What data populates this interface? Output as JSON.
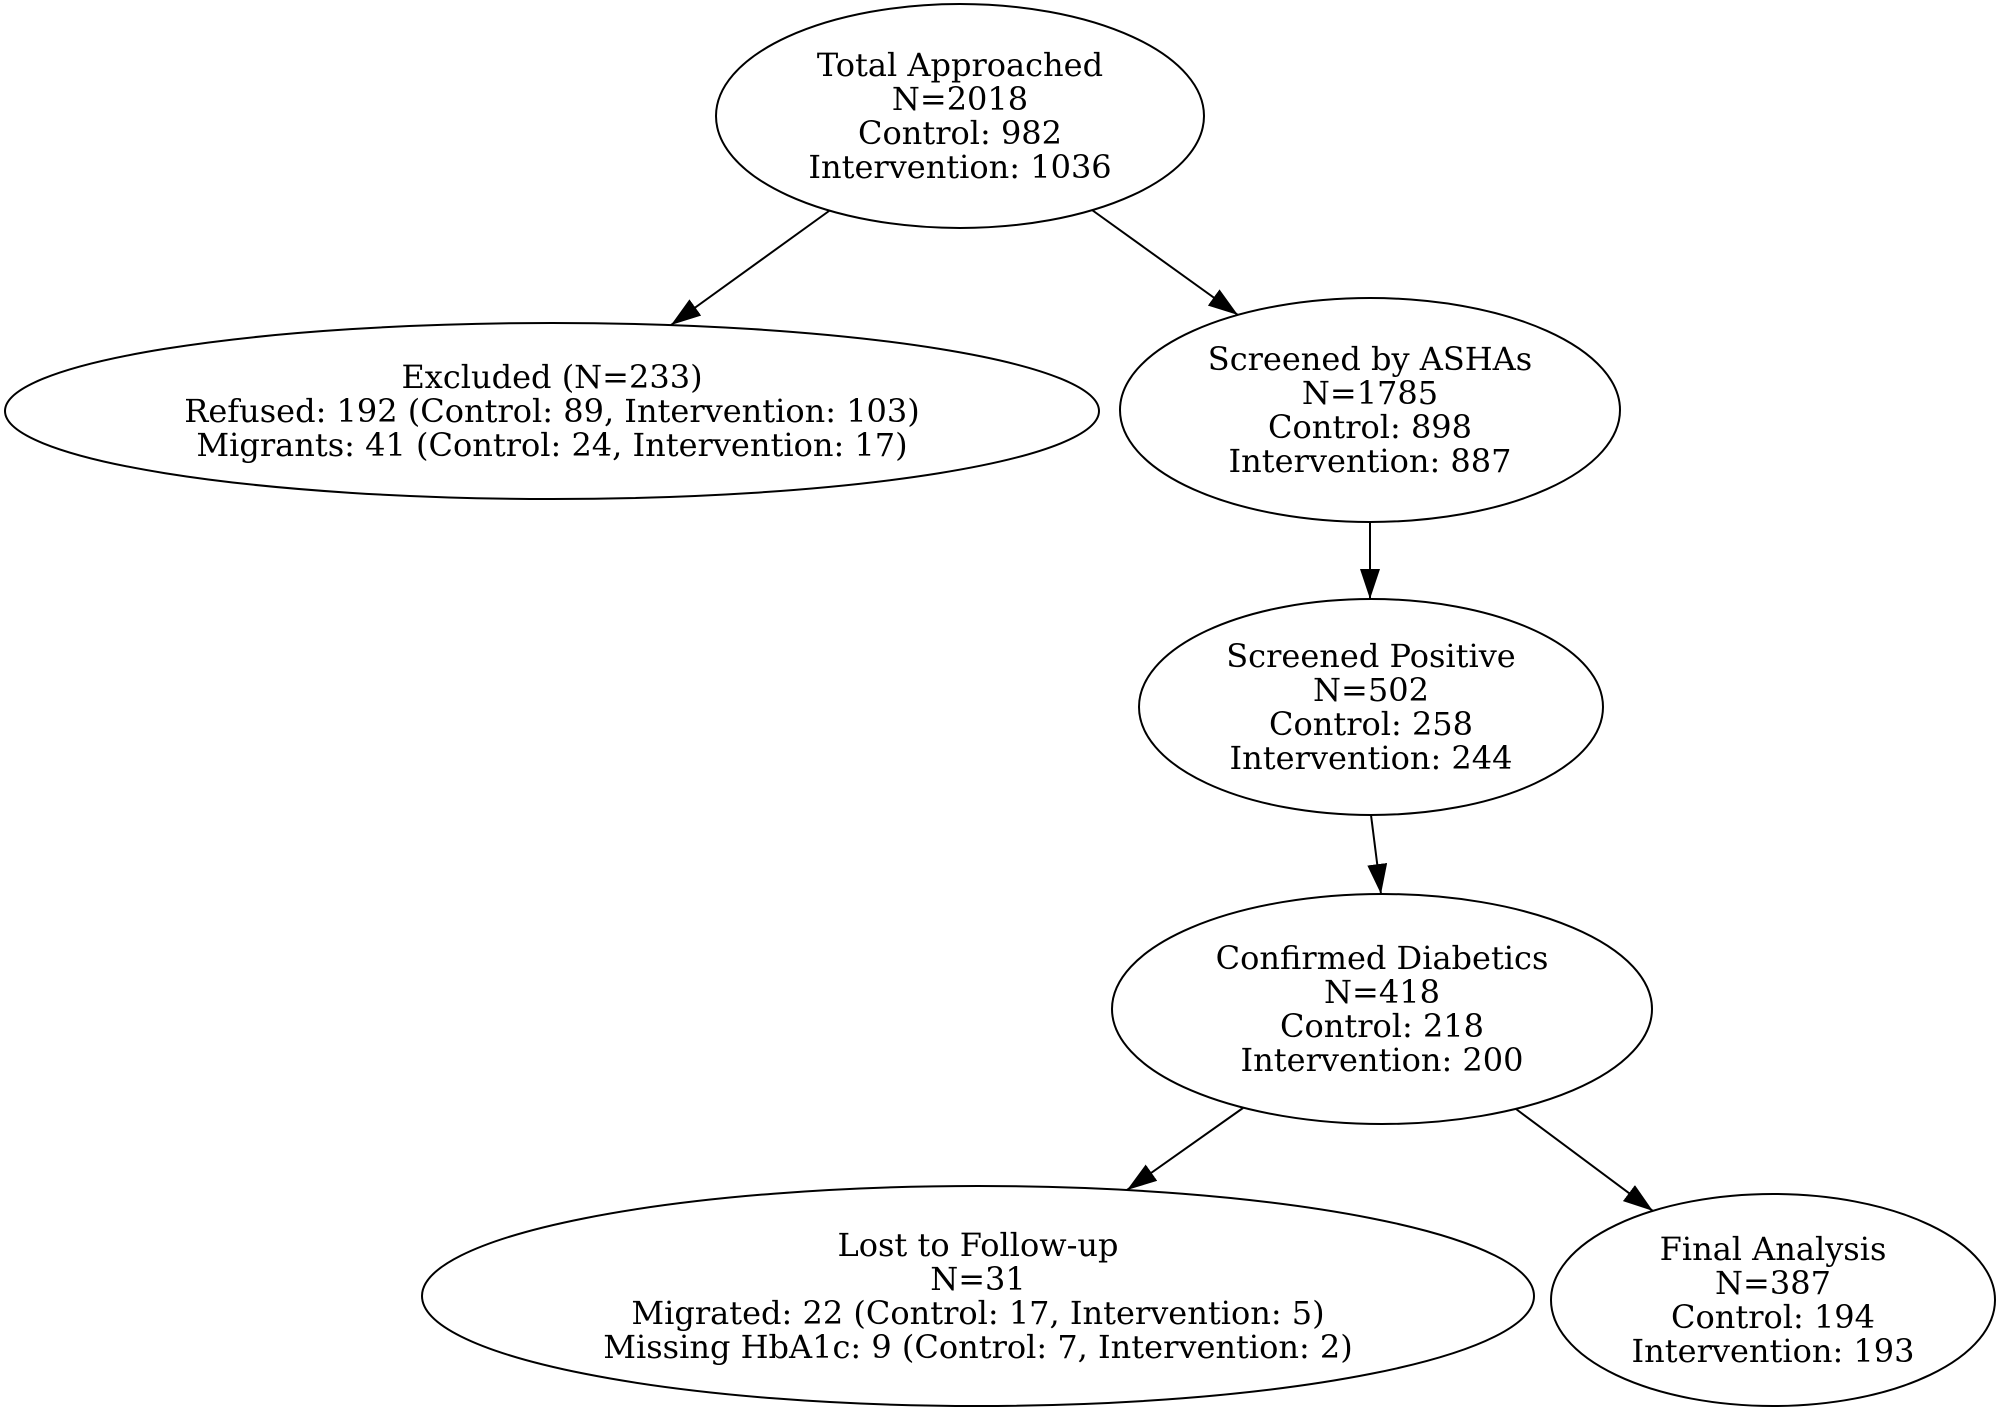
{
  "diagram_type": "study-flow-diagram",
  "colors": {
    "background": "#ffffff",
    "stroke": "#000000",
    "text": "#000000"
  },
  "nodes": {
    "total_approached": {
      "lines": [
        "Total Approached",
        "N=2018",
        "Control: 982",
        "Intervention: 1036"
      ]
    },
    "excluded": {
      "lines": [
        "Excluded (N=233)",
        "Refused: 192 (Control: 89, Intervention: 103)",
        "Migrants: 41 (Control: 24, Intervention: 17)"
      ]
    },
    "screened_by_ashas": {
      "lines": [
        "Screened by ASHAs",
        "N=1785",
        "Control: 898",
        "Intervention: 887"
      ]
    },
    "screened_positive": {
      "lines": [
        "Screened Positive",
        "N=502",
        "Control: 258",
        "Intervention: 244"
      ]
    },
    "confirmed_diabetics": {
      "lines": [
        "Confirmed Diabetics",
        "N=418",
        "Control: 218",
        "Intervention: 200"
      ]
    },
    "lost_to_followup": {
      "lines": [
        "Lost to Follow-up",
        "N=31",
        "Migrated: 22 (Control: 17, Intervention: 5)",
        "Missing HbA1c: 9 (Control: 7, Intervention: 2)"
      ]
    },
    "final_analysis": {
      "lines": [
        "Final Analysis",
        "N=387",
        "Control: 194",
        "Intervention: 193"
      ]
    }
  },
  "edges": [
    {
      "from": "total_approached",
      "to": "excluded"
    },
    {
      "from": "total_approached",
      "to": "screened_by_ashas"
    },
    {
      "from": "screened_by_ashas",
      "to": "screened_positive"
    },
    {
      "from": "screened_positive",
      "to": "confirmed_diabetics"
    },
    {
      "from": "confirmed_diabetics",
      "to": "lost_to_followup"
    },
    {
      "from": "confirmed_diabetics",
      "to": "final_analysis"
    }
  ]
}
